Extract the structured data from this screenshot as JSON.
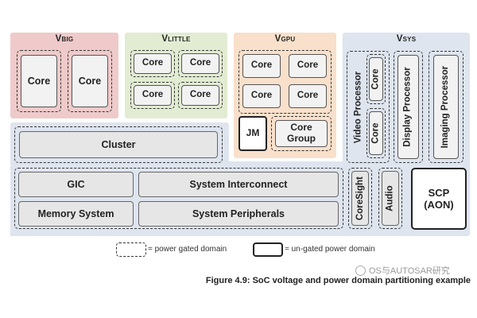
{
  "domains": {
    "vbig": {
      "main": "V",
      "sub": "BIG",
      "color": "#efcaca"
    },
    "vlittle": {
      "main": "V",
      "sub": "LITTLE",
      "color": "#e2ecd2"
    },
    "vgpu": {
      "main": "V",
      "sub": "GPU",
      "color": "#f8e0cb"
    },
    "vsys": {
      "main": "V",
      "sub": "SYS",
      "color": "#dfe5ef"
    }
  },
  "labels": {
    "core": "Core",
    "jm": "JM",
    "core_group": "Core Group",
    "cluster": "Cluster",
    "gic": "GIC",
    "system_interconnect": "System Interconnect",
    "memory_system": "Memory System",
    "system_peripherals": "System Peripherals",
    "coresight": "CoreSight",
    "audio": "Audio",
    "scp": "SCP",
    "scp_sub": "(AON)",
    "video_processor": "Video Processor",
    "display_processor": "Display Processor",
    "imaging_processor": "Imaging Processor"
  },
  "legend": {
    "power_gated": "= power gated domain",
    "ungated": "= un-gated power domain"
  },
  "watermark": "OS与AUTOSAR研究",
  "caption": "Figure 4.9: SoC voltage and power domain partitioning example",
  "colors": {
    "sys_bg": "#dfe5ef",
    "block_gray": "#e6e6e6"
  }
}
